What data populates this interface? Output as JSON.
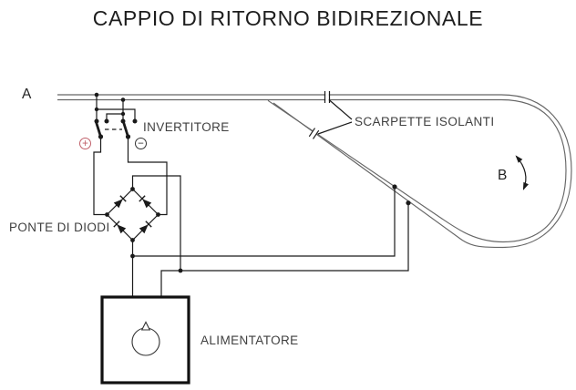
{
  "title": "CAPPIO DI RITORNO BIDIREZIONALE",
  "labels": {
    "point_a": "A",
    "point_b": "B",
    "inverter": "INVERTITORE",
    "insulated_joints": "SCARPETTE ISOLANTI",
    "diode_bridge": "PONTE DI DIODI",
    "power_supply": "ALIMENTATORE"
  },
  "symbols": {
    "plus": "+",
    "minus": "−"
  },
  "colors": {
    "wire": "#1a1a1a",
    "track": "#666666",
    "plus_badge": "#c0606a"
  }
}
